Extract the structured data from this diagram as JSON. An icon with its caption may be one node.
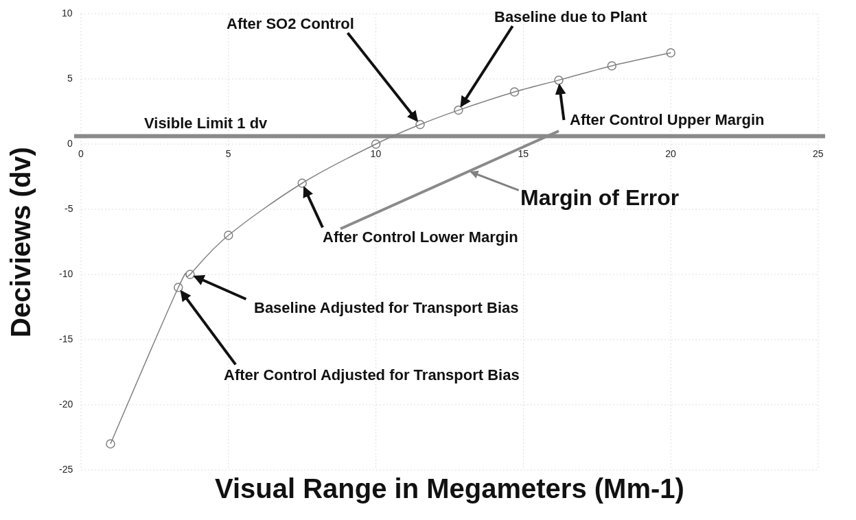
{
  "diagram": {
    "nodes": [
      {
        "text": [
          "After SO2 Control"
        ]
      },
      {
        "text": [
          "Baseline due to Plant"
        ]
      },
      {
        "text": [
          "After Control Upper Margin"
        ]
      },
      {
        "text": [
          "Margin of Error"
        ]
      },
      {
        "text": [
          "After Control Lower Margin"
        ]
      },
      {
        "text": [
          "Baseline Adjusted for Transport Bias"
        ]
      },
      {
        "text": [
          "After Control Adjusted for Transport Bias"
        ]
      },
      {
        "text": [],
        "shape": "line"
      },
      {
        "text": [],
        "shape": "circle"
      },
      {
        "text": [],
        "shape": "circle"
      },
      {
        "text": [],
        "shape": "circle"
      },
      {
        "text": [],
        "shape": "circle"
      },
      {
        "text": [],
        "shape": "circle"
      },
      {
        "text": [],
        "shape": "circle"
      }
    ],
    "edges": [
      {
        "from": 0,
        "to": 11,
        "arrow": "to"
      },
      {
        "from": 1,
        "to": 12,
        "arrow": "to"
      },
      {
        "from": 2,
        "to": 13,
        "arrow": "to"
      },
      {
        "from": 3,
        "to": 7,
        "arrow": "to",
        "color": "#808080"
      },
      {
        "from": 4,
        "to": 10,
        "arrow": "to"
      },
      {
        "from": 5,
        "to": 9,
        "arrow": "to"
      },
      {
        "from": 6,
        "to": 8,
        "arrow": "to"
      }
    ],
    "chart_data": {
      "type": "line",
      "xlabel": "Visual Range in Megameters (Mm-1)",
      "ylabel": "Deciviews (dv)",
      "x": [
        1,
        3.3,
        3.7,
        5,
        7.5,
        10,
        11.5,
        12.8,
        14.7,
        16.2,
        18,
        20
      ],
      "series": [
        {
          "color": "#808080",
          "marker": "circle",
          "values": [
            -23,
            -11,
            -10,
            -7,
            -3,
            0,
            1.5,
            2.6,
            4,
            4.9,
            6,
            7
          ]
        }
      ],
      "xlim": [
        0,
        25
      ],
      "ylim": [
        -25,
        10
      ],
      "xticks": [
        0,
        5,
        10,
        15,
        20,
        25
      ],
      "yticks": [
        -25,
        -20,
        -15,
        -10,
        -5,
        0,
        5,
        10
      ],
      "grid": true
    },
    "labels": [
      "Visible Limit 1 dv"
    ]
  }
}
